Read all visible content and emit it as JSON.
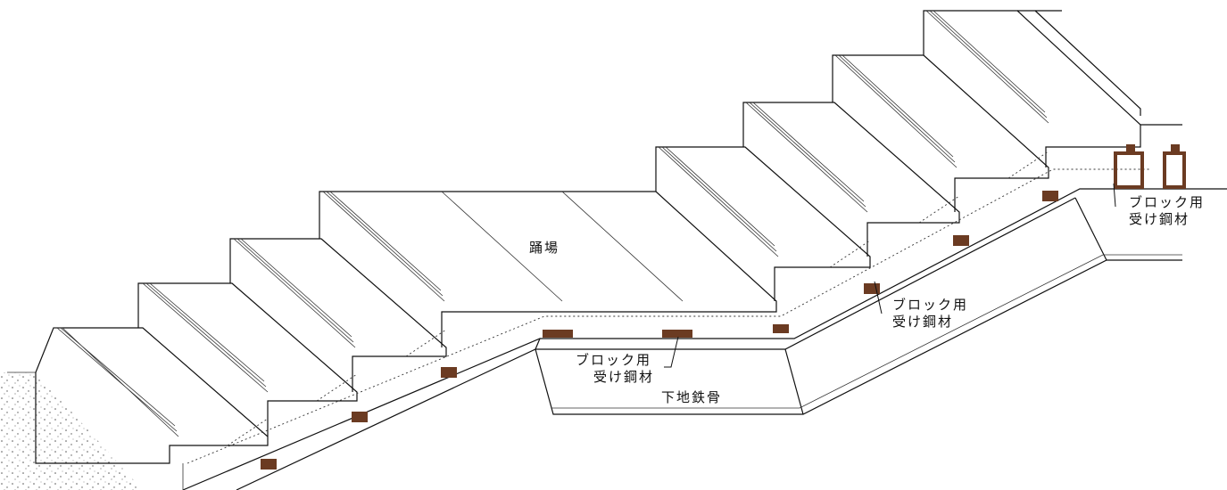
{
  "colors": {
    "line": "#111111",
    "steel": "#6b3b22",
    "steel_highlight": "#b8742e",
    "background": "#ffffff"
  },
  "labels": {
    "landing": "踊場",
    "substructure_steel": "下地鉄骨",
    "block_support_left": {
      "line1": "ブロック用",
      "line2": "受け鋼材"
    },
    "block_support_middle": {
      "line1": "ブロック用",
      "line2": "受け鋼材"
    },
    "block_support_right": {
      "line1": "ブロック用",
      "line2": "受け鋼材"
    }
  }
}
